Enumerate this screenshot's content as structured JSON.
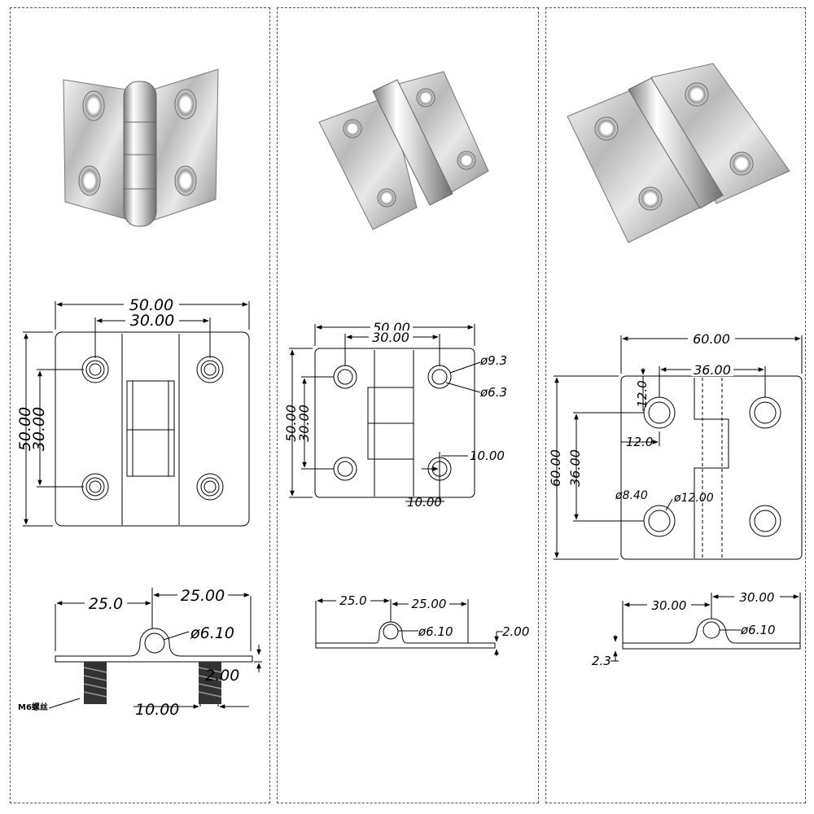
{
  "panels": [
    {
      "top_view": {
        "width": "50.00",
        "hole_pitch_x": "30.00",
        "height": "50.00",
        "hole_pitch_y": "30.00"
      },
      "side_view": {
        "left_leaf": "25.0",
        "right_leaf": "25.00",
        "pin_dia": "ø6.10",
        "thickness": "2.00",
        "screw_offset": "10.00",
        "screw_label": "M6螺丝"
      }
    },
    {
      "top_view": {
        "width": "50.00",
        "hole_pitch_x": "30.00",
        "height": "50.00",
        "hole_pitch_y": "30.00",
        "hole_outer_dia": "ø9.3",
        "hole_inner_dia": "ø6.3",
        "hole_edge_y": "10.00",
        "hole_edge_x": "10.00"
      },
      "side_view": {
        "left_leaf": "25.0",
        "right_leaf": "25.00",
        "pin_dia": "ø6.10",
        "thickness": "2.00"
      }
    },
    {
      "top_view": {
        "width": "60.00",
        "hole_pitch_x": "36.00",
        "height": "60.00",
        "hole_pitch_y": "36.00",
        "hole_edge_y": "12.0",
        "hole_edge_x": "12.0",
        "hole_inner_dia": "ø8.40",
        "hole_outer_dia": "ø12.00"
      },
      "side_view": {
        "left_leaf": "30.00",
        "right_leaf": "30.00",
        "pin_dia": "ø6.10",
        "thickness": "2.3"
      }
    }
  ]
}
